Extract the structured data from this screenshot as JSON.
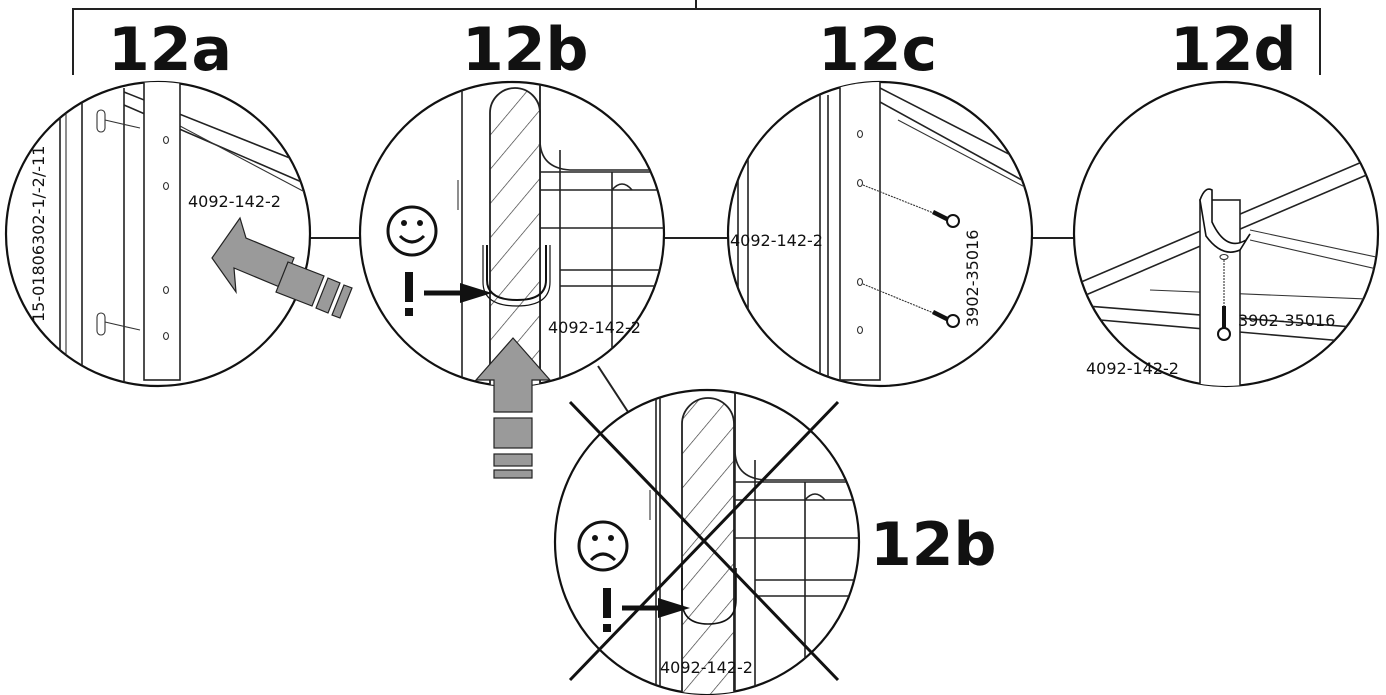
{
  "steps": {
    "a": "12a",
    "b": "12b",
    "c": "12c",
    "d": "12d",
    "b_wrong": "12b"
  },
  "parts": {
    "a_main": "4092-142-2",
    "a_side": "15-01806302-1/-2/-11",
    "b_main": "4092-142-2",
    "c_main": "4092-142-2",
    "c_screw": "3902-35016",
    "d_screw": "3902-35016",
    "d_main": "4092-142-2",
    "b_wrong_main": "4092-142-2"
  },
  "symbols": {
    "ok_face": "☺",
    "sad_face": "☹",
    "exclaim": "!"
  },
  "icons": {
    "correct": "smiley-face-icon",
    "wrong": "frowning-face-icon",
    "attention": "exclamation-icon",
    "direction": "push-arrow-icon",
    "fastener": "screw-icon"
  }
}
